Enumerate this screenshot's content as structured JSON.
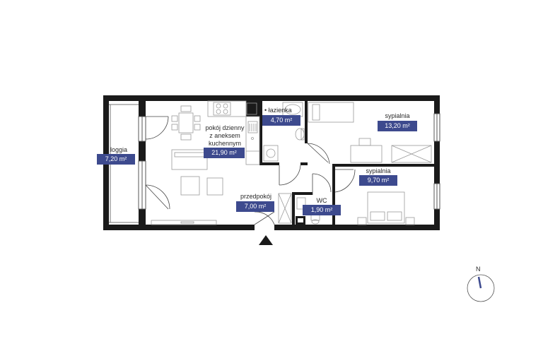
{
  "rooms": {
    "loggia": {
      "name": "loggia",
      "area": "7,20 m²"
    },
    "living": {
      "name_line1": "pokój dzienny",
      "name_line2": "z aneksem",
      "name_line3": "kuchennym",
      "area": "21,90 m²"
    },
    "bathroom": {
      "name": "łazienka",
      "area": "4,70 m²"
    },
    "bedroom1": {
      "name": "sypialnia",
      "area": "13,20 m²"
    },
    "bedroom2": {
      "name": "sypialnia",
      "area": "9,70 m²"
    },
    "hall": {
      "name": "przedpokój",
      "area": "7,00 m²"
    },
    "wc": {
      "name": "WC",
      "area": "1,90 m²"
    }
  },
  "compass": {
    "label": "N"
  },
  "colors": {
    "wall": "#1a1a1a",
    "badge": "#3d4a8e",
    "fixture": "#9a9a9a",
    "compass_needle": "#3d4a8e"
  }
}
